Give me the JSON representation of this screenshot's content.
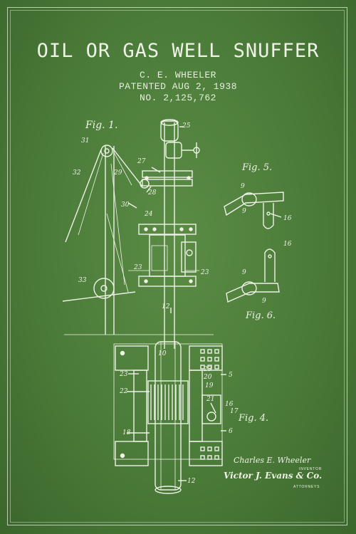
{
  "header": {
    "title": "OIL OR GAS WELL SNUFFER",
    "inventor_line": "C. E. WHEELER",
    "patent_line": "PATENTED AUG 2, 1938",
    "number_line": "NO. 2,125,762"
  },
  "figures": {
    "fig1": "Fig. 1.",
    "fig4": "Fig. 4.",
    "fig5": "Fig. 5.",
    "fig6": "Fig. 6."
  },
  "ref_numbers": {
    "n31": "31",
    "n32": "32",
    "n29": "29",
    "n27": "27",
    "n28": "28",
    "n30": "30",
    "n25": "25",
    "n24": "24",
    "n23a": "23",
    "n23b": "23",
    "n33": "33",
    "n12a": "12",
    "n10": "10",
    "n23c": "23",
    "n23d": "23",
    "n20": "20",
    "n19": "19",
    "n22": "22",
    "n21": "21",
    "n16a": "16",
    "n17": "17",
    "n5": "5",
    "n6": "6",
    "n18": "18",
    "n12b": "12",
    "n9a": "9",
    "n9b": "9",
    "n16b": "16",
    "n16c": "16",
    "n9c": "9",
    "n9d": "9"
  },
  "signature": {
    "inventor_name": "Charles E. Wheeler",
    "inventor_caption": "INVENTOR",
    "attorneys_name": "Victor J. Evans & Co.",
    "attorneys_caption": "ATTORNEYS"
  },
  "colors": {
    "background": "#4b7b39",
    "ink": "#eef3e6"
  }
}
